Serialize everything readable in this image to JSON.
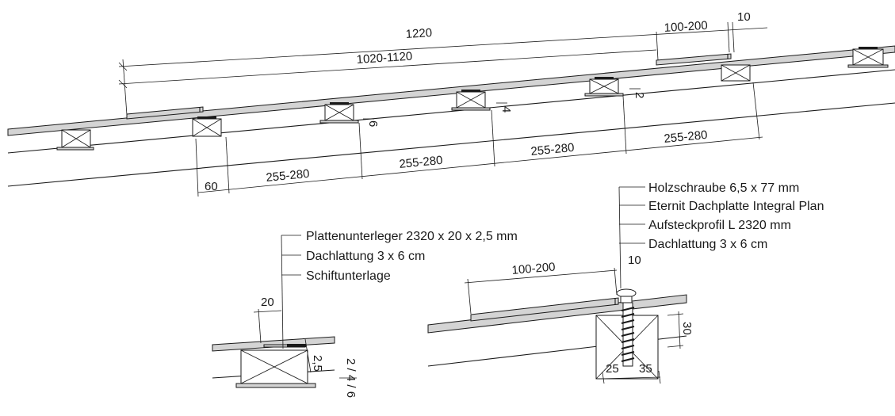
{
  "main_dimensions": {
    "total_length": "1220",
    "length_range": "1020-1120",
    "overlap_range": "100-200",
    "gap": "10",
    "spacing_labels": [
      "60",
      "255-280",
      "255-280",
      "255-280",
      "255-280"
    ],
    "step_labels": [
      "6",
      "4",
      "2"
    ]
  },
  "detail_left": {
    "callouts": [
      "Plattenunterleger 2320 x 20 x 2,5 mm",
      "Dachlattung 3 x 6 cm",
      "Schiftunterlage"
    ],
    "dims": {
      "width": "20",
      "thickness": "2,5",
      "steps": "2 / 4 / 6"
    }
  },
  "detail_right": {
    "callouts": [
      "Holzschraube 6,5 x 77 mm",
      "Eternit Dachplatte Integral Plan",
      "Aufsteckprofil L 2320 mm",
      "Dachlattung 3 x 6 cm"
    ],
    "dims": {
      "overlap": "100-200",
      "gap": "10",
      "height": "30",
      "left": "25",
      "right": "35"
    }
  }
}
